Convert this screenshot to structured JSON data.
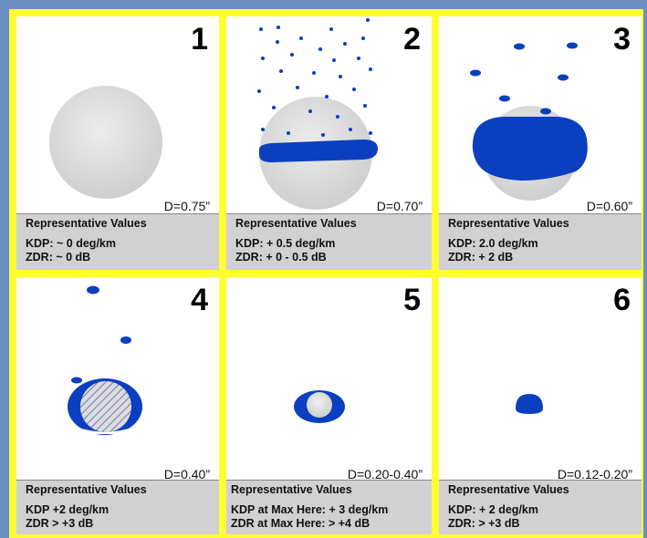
{
  "panels": [
    {
      "number": "1",
      "diameter": "D=0.75”",
      "header": "Representative Values",
      "kdp": "KDP: ~ 0 deg/km",
      "zdr": "ZDR: ~ 0 dB"
    },
    {
      "number": "2",
      "diameter": "D=0.70”",
      "header": "Representative Values",
      "kdp": "KDP: + 0.5 deg/km",
      "zdr": "ZDR: + 0 - 0.5 dB"
    },
    {
      "number": "3",
      "diameter": "D=0.60”",
      "header": "Representative Values",
      "kdp": "KDP: 2.0 deg/km",
      "zdr": "ZDR: + 2 dB"
    },
    {
      "number": "4",
      "diameter": "D=0.40”",
      "header": "Representative Values",
      "kdp": "KDP +2 deg/km",
      "zdr": "ZDR > +3 dB"
    },
    {
      "number": "5",
      "diameter": "D=0.20-0.40”",
      "header": "Representative Values",
      "kdp": "KDP at Max Here: + 3 deg/km",
      "zdr": "ZDR at Max Here:  > +4 dB"
    },
    {
      "number": "6",
      "diameter": "D=0.12-0.20”",
      "header": "Representative Values",
      "kdp": "KDP: + 2 deg/km",
      "zdr": "ZDR: > +3 dB"
    }
  ],
  "colors": {
    "water": "#0a3fc0",
    "ice": "#dcdcdc",
    "frame": "#ffff33",
    "background": "#6b8fc0",
    "info_box": "#d1d1d1"
  }
}
